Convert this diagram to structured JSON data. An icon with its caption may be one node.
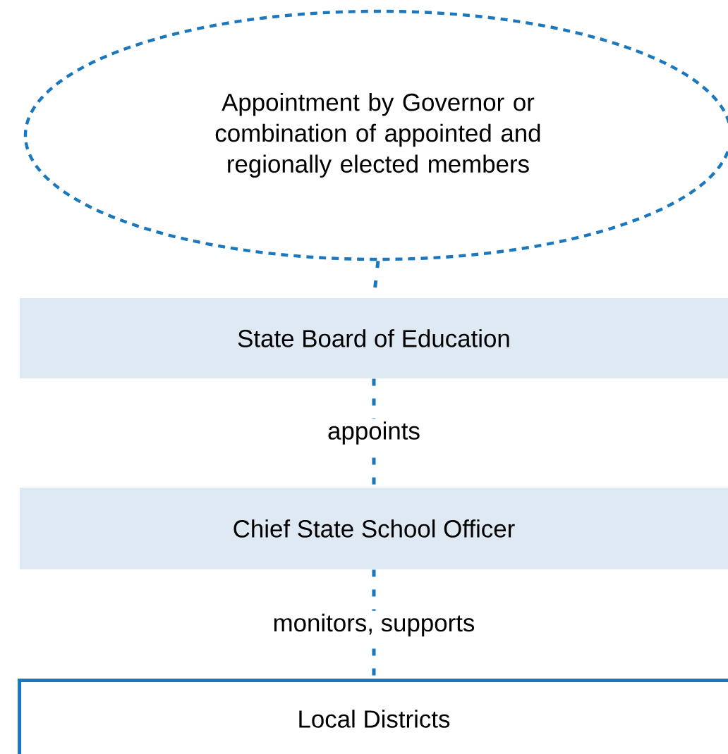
{
  "diagram": {
    "nodes": [
      {
        "text": [
          "Appointment by Governor or combination of appointed and regionally elected members"
        ]
      },
      {
        "text": [
          "State Board of Education"
        ]
      },
      {
        "text": [
          "Chief State School Officer"
        ]
      },
      {
        "text": [
          "Local Districts"
        ]
      }
    ],
    "edges": [
      {
        "from": 0,
        "to": 1,
        "arrow": "none",
        "style": "dashed"
      },
      {
        "from": 1,
        "to": 2,
        "arrow": "none",
        "style": "dashed",
        "label": "appoints"
      },
      {
        "from": 2,
        "to": 3,
        "arrow": "none",
        "style": "dashed",
        "label": "monitors, supports"
      }
    ]
  }
}
